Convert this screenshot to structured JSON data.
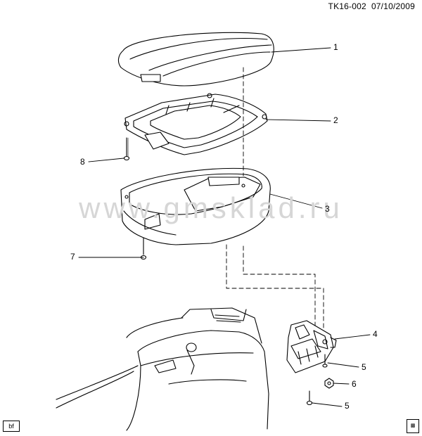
{
  "header": {
    "doc_id": "TK16-002",
    "date": "07/10/2009"
  },
  "watermark": "www.gmsklad.ru",
  "callouts": [
    "1",
    "2",
    "3",
    "4",
    "5",
    "6",
    "7",
    "8",
    "5"
  ],
  "corner_badge": "bf"
}
